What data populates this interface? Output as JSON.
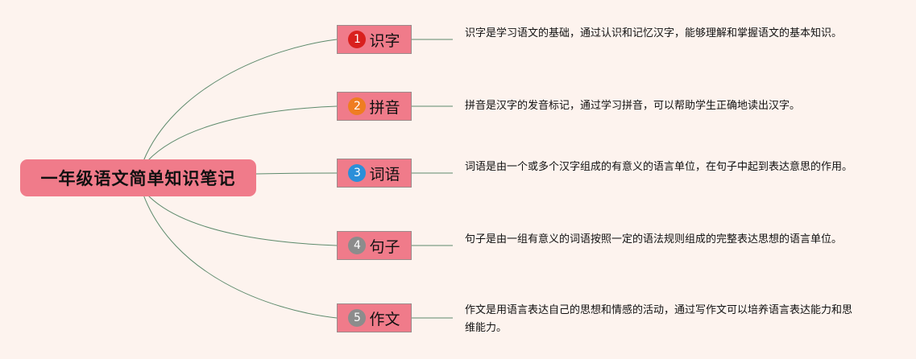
{
  "root": {
    "label": "一年级语文简单知识笔记"
  },
  "branches": [
    {
      "marker": "1",
      "label": "识字",
      "marker_color": "#d9201e",
      "note": "识字是学习语文的基础，通过认识和记忆汉字，能够理解和掌握语文的基本知识。"
    },
    {
      "marker": "2",
      "label": "拼音",
      "marker_color": "#ef7d22",
      "note": "拼音是汉字的发音标记，通过学习拼音，可以帮助学生正确地读出汉字。"
    },
    {
      "marker": "3",
      "label": "词语",
      "marker_color": "#2b8fd9",
      "note": "词语是由一个或多个汉字组成的有意义的语言单位，在句子中起到表达意思的作用。"
    },
    {
      "marker": "4",
      "label": "句子",
      "marker_color": "#8c8c8c",
      "note": "句子是由一组有意义的词语按照一定的语法规则组成的完整表达思想的语言单位。"
    },
    {
      "marker": "5",
      "label": "作文",
      "marker_color": "#8c8c8c",
      "note": "作文是用语言表达自己的思想和情感的活动，通过写作文可以培养语言表达能力和思维能力。"
    }
  ],
  "colors": {
    "background": "#fdf3ee",
    "node_fill": "#f07b8a",
    "connector": "#5d8a6c"
  }
}
